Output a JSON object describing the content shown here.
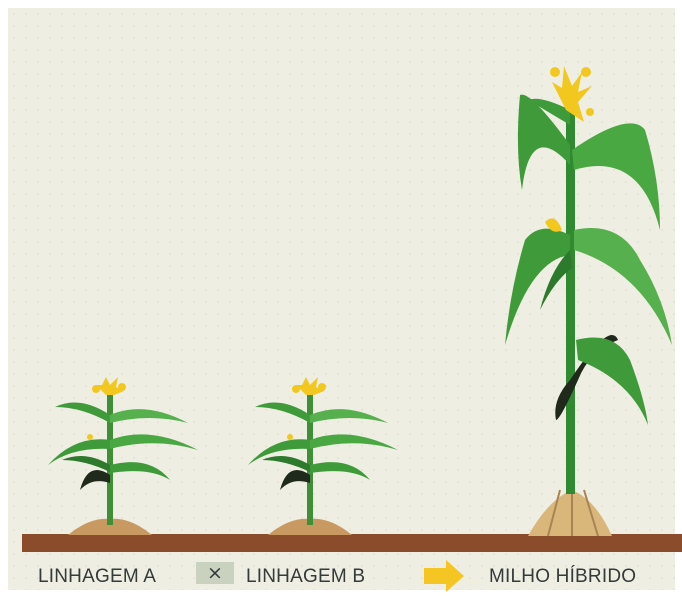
{
  "labels": {
    "line_a": "LINHAGEM A",
    "cross": "×",
    "line_b": "LINHAGEM B",
    "hybrid": "MILHO HÍBRIDO"
  },
  "colors": {
    "background": "#efeee2",
    "soil": "#8a4c2b",
    "leaf": "#3f9b3a",
    "leaf_dark": "#2e6a2c",
    "tassel": "#f2c81e",
    "arrow": "#f5c623",
    "root": "#d9b77a",
    "text": "#333a3a"
  },
  "icons": [
    "corn-plant-icon",
    "arrow-right-icon",
    "multiply-icon"
  ]
}
